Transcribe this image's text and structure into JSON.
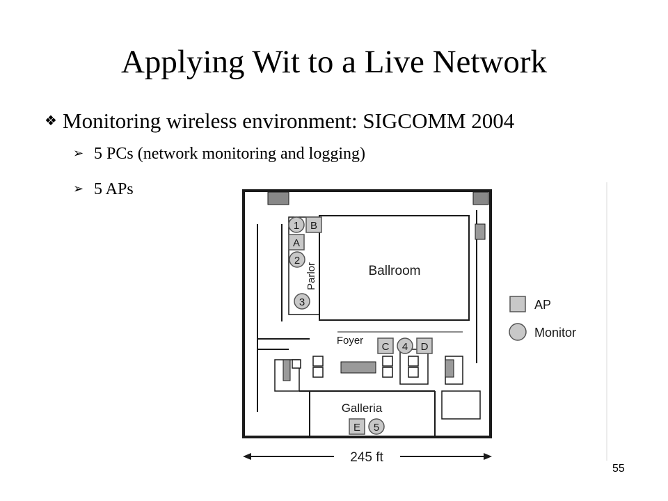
{
  "slide": {
    "title": "Applying Wit to a Live Network",
    "bullet": "Monitoring wireless environment: SIGCOMM 2004",
    "sub_bullets": [
      "5 PCs (network monitoring and logging)",
      "5 APs"
    ],
    "page_number": "55"
  },
  "floorplan": {
    "rooms": {
      "ballroom": "Ballroom",
      "parlor": "Parlor",
      "foyer": "Foyer",
      "galleria": "Galleria"
    },
    "aps": [
      "B",
      "A",
      "C",
      "D",
      "E"
    ],
    "monitors": [
      "1",
      "2",
      "3",
      "4",
      "5"
    ],
    "legend": {
      "ap": "AP",
      "monitor": "Monitor"
    },
    "scale": "245 ft"
  },
  "colors": {
    "marker_fill": "#c8c8c8",
    "wall": "#1a1a1a"
  }
}
